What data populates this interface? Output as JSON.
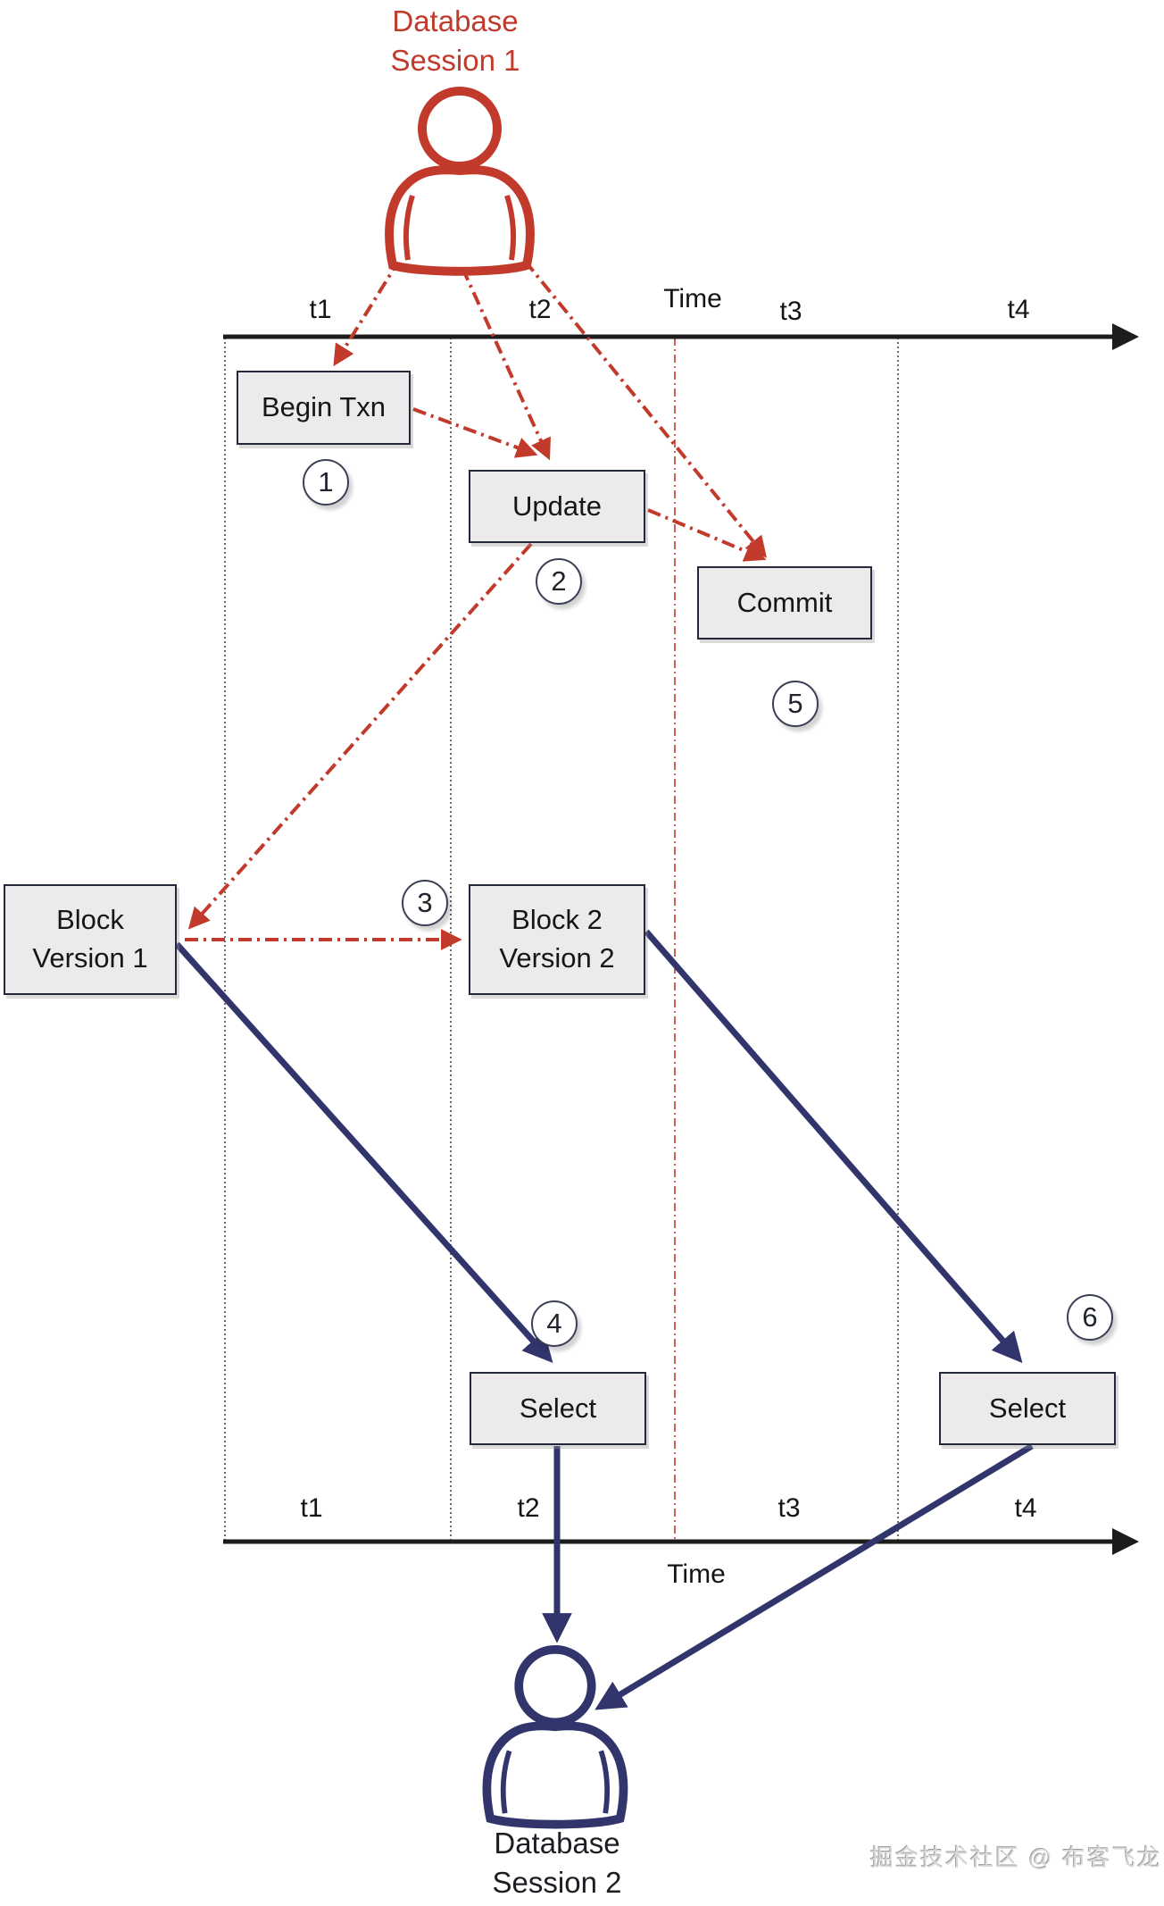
{
  "colors": {
    "session1_red": "#c23a2b",
    "session2_navy": "#32356b",
    "axis_black": "#1c1c1c",
    "box_fill": "#ebebeb",
    "box_border": "#23283a"
  },
  "session1": {
    "line1": "Database",
    "line2": "Session 1"
  },
  "session2": {
    "line1": "Database",
    "line2": "Session 2"
  },
  "axis_top": {
    "ticks": [
      "t1",
      "t2",
      "t3",
      "t4"
    ],
    "label": "Time"
  },
  "axis_bottom": {
    "ticks": [
      "t1",
      "t2",
      "t3",
      "t4"
    ],
    "label": "Time"
  },
  "boxes": {
    "begin_txn": "Begin Txn",
    "update": "Update",
    "commit": "Commit",
    "block1": {
      "line1": "Block",
      "line2": "Version 1"
    },
    "block2": {
      "line1": "Block 2",
      "line2": "Version 2"
    },
    "select_t2": "Select",
    "select_t4": "Select"
  },
  "steps": [
    "1",
    "2",
    "3",
    "4",
    "5",
    "6"
  ],
  "watermark": {
    "text": "掘金技术社区 @ 布客飞龙"
  }
}
